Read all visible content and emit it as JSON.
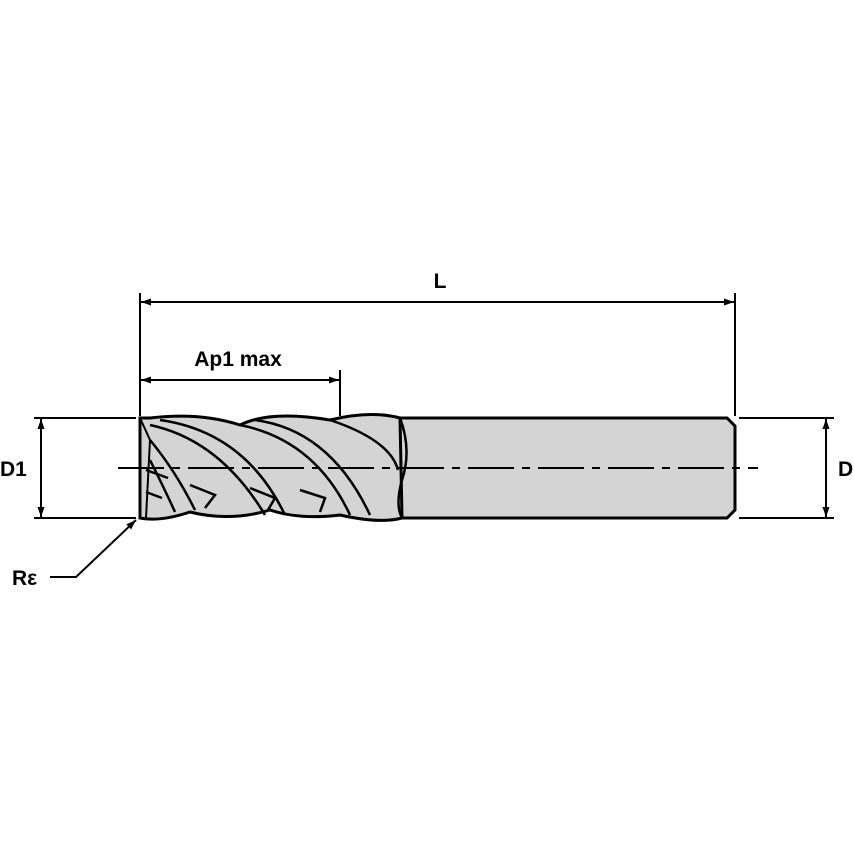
{
  "labels": {
    "overall_length": "L",
    "cutting_depth": "Ap1 max",
    "cutting_diameter": "D1",
    "shank_diameter": "D",
    "corner_radius": "Rε"
  },
  "colors": {
    "tool_fill": "#d4d4d4",
    "outline": "#000000",
    "background": "#ffffff"
  }
}
